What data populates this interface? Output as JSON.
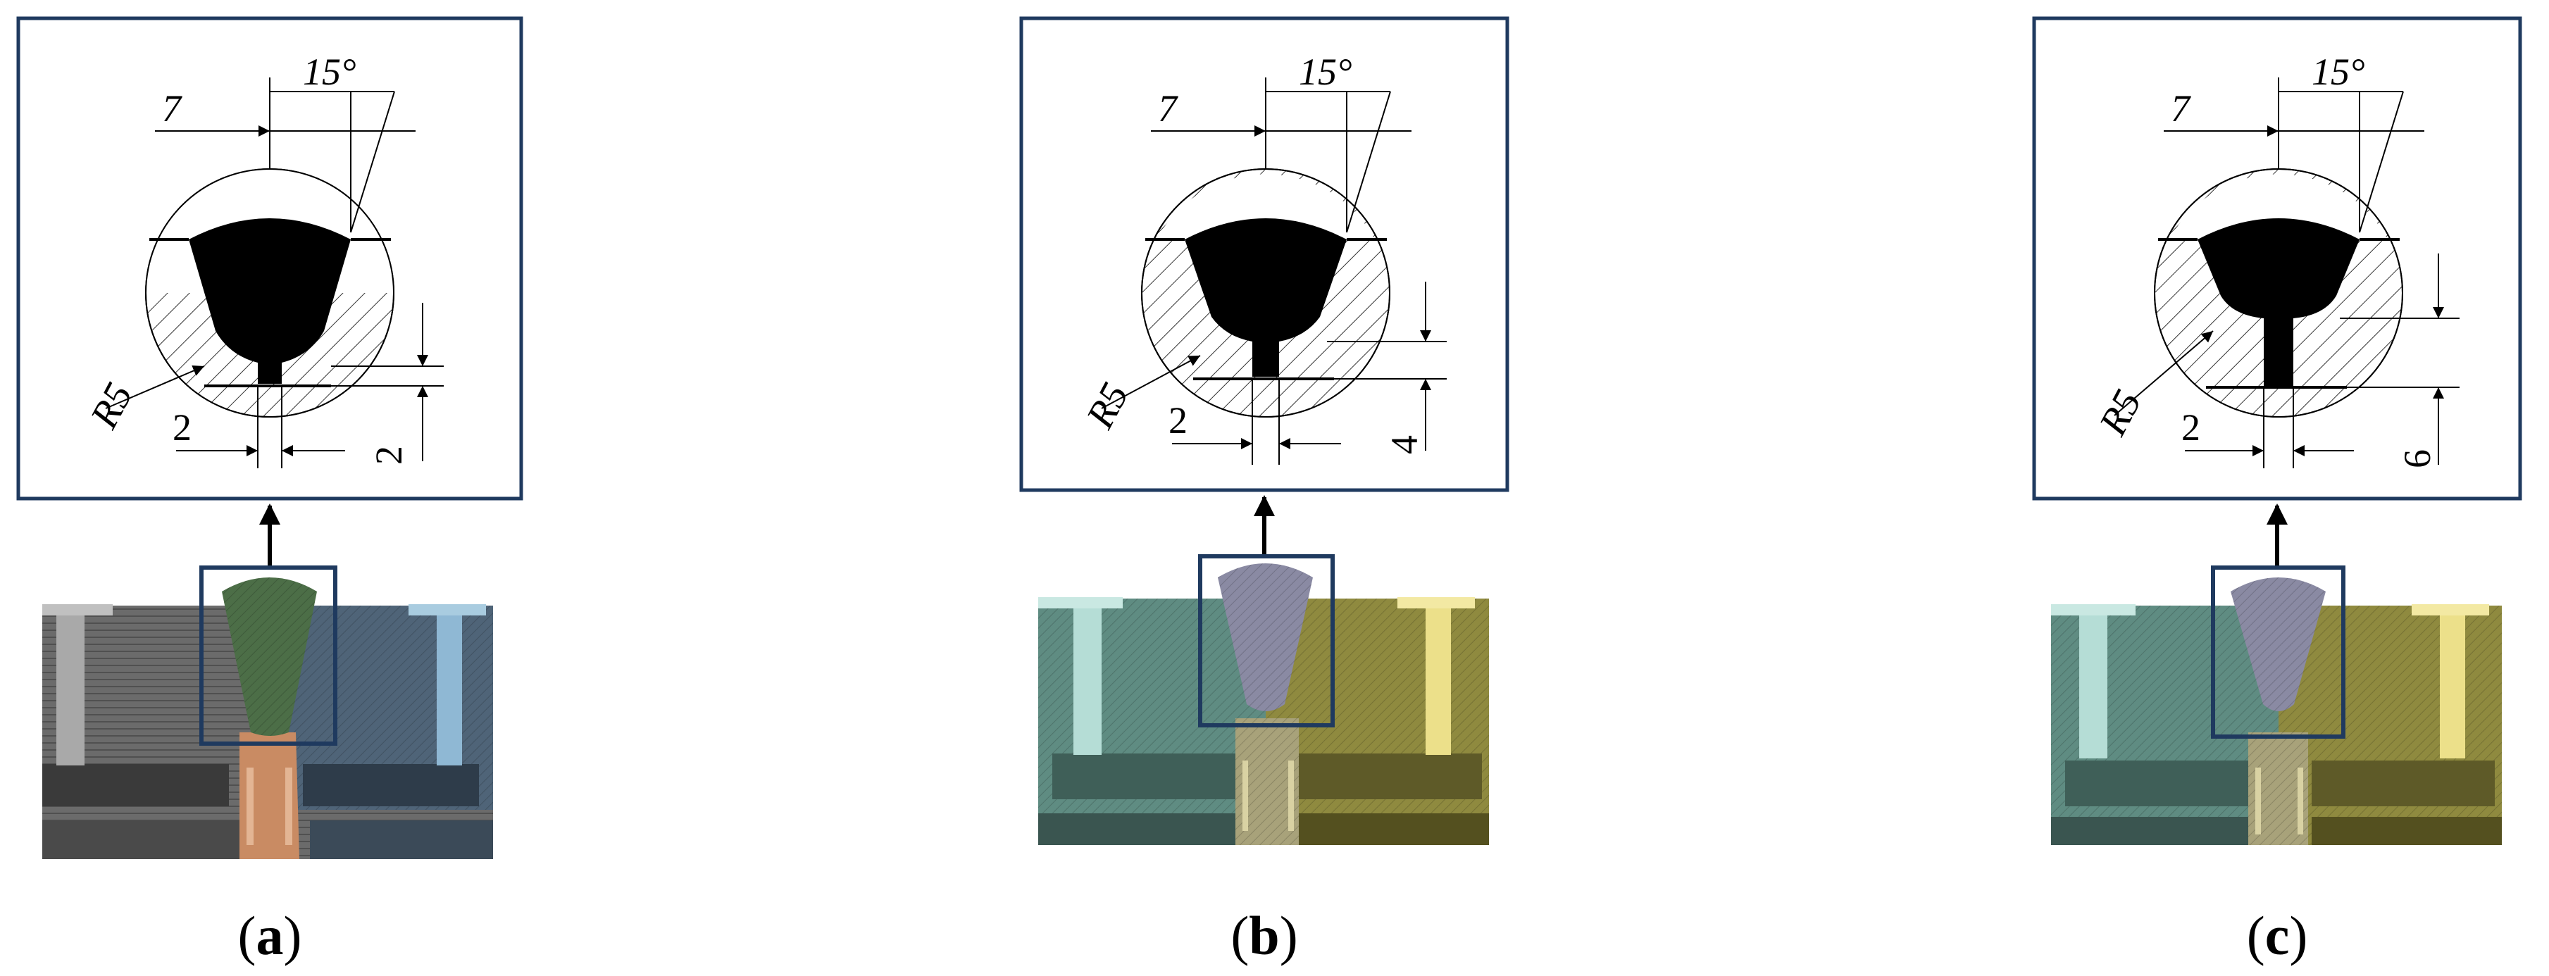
{
  "figure": {
    "panels": [
      {
        "caption_letter": "a",
        "dims": {
          "top_width": "7",
          "angle": "15°",
          "radius": "R5",
          "neck_width": "2",
          "neck_height": "2"
        },
        "colors": {
          "left_plate": "#6b6b6b",
          "right_plate": "#4f6478",
          "weld": "#4c6e47",
          "bottom_insert": "#c98b63",
          "left_pin": "#a9a9a9",
          "right_pin": "#8fb8d4"
        }
      },
      {
        "caption_letter": "b",
        "dims": {
          "top_width": "7",
          "angle": "15°",
          "radius": "R5",
          "neck_width": "2",
          "neck_height": "4"
        },
        "colors": {
          "left_plate": "#5f8c82",
          "right_plate": "#8f8a3f",
          "weld": "#8a8aa3",
          "bottom_insert": "#a8a27a",
          "left_pin": "#b5ddd6",
          "right_pin": "#ece08a"
        }
      },
      {
        "caption_letter": "c",
        "dims": {
          "top_width": "7",
          "angle": "15°",
          "radius": "R5",
          "neck_width": "2",
          "neck_height": "6"
        },
        "colors": {
          "left_plate": "#5f8c82",
          "right_plate": "#8f8a3f",
          "weld": "#8a8aa3",
          "bottom_insert": "#a8a27a",
          "left_pin": "#b5ddd6",
          "right_pin": "#ece08a"
        }
      }
    ],
    "caption_parens": [
      "(",
      ")"
    ],
    "frame_color": "#1f3a5f"
  }
}
